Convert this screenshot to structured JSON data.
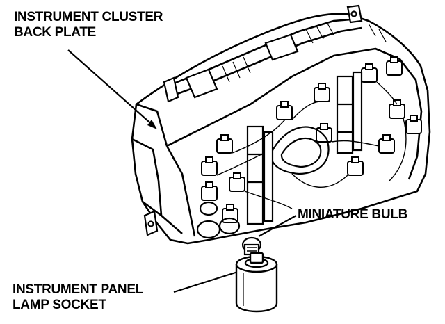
{
  "labels": {
    "back_plate_line1": "INSTRUMENT CLUSTER",
    "back_plate_line2": "BACK PLATE",
    "miniature_bulb": "MINIATURE BULB",
    "socket_line1": "INSTRUMENT PANEL",
    "socket_line2": "LAMP SOCKET"
  },
  "colors": {
    "ink": "#000000",
    "paper": "#ffffff"
  }
}
